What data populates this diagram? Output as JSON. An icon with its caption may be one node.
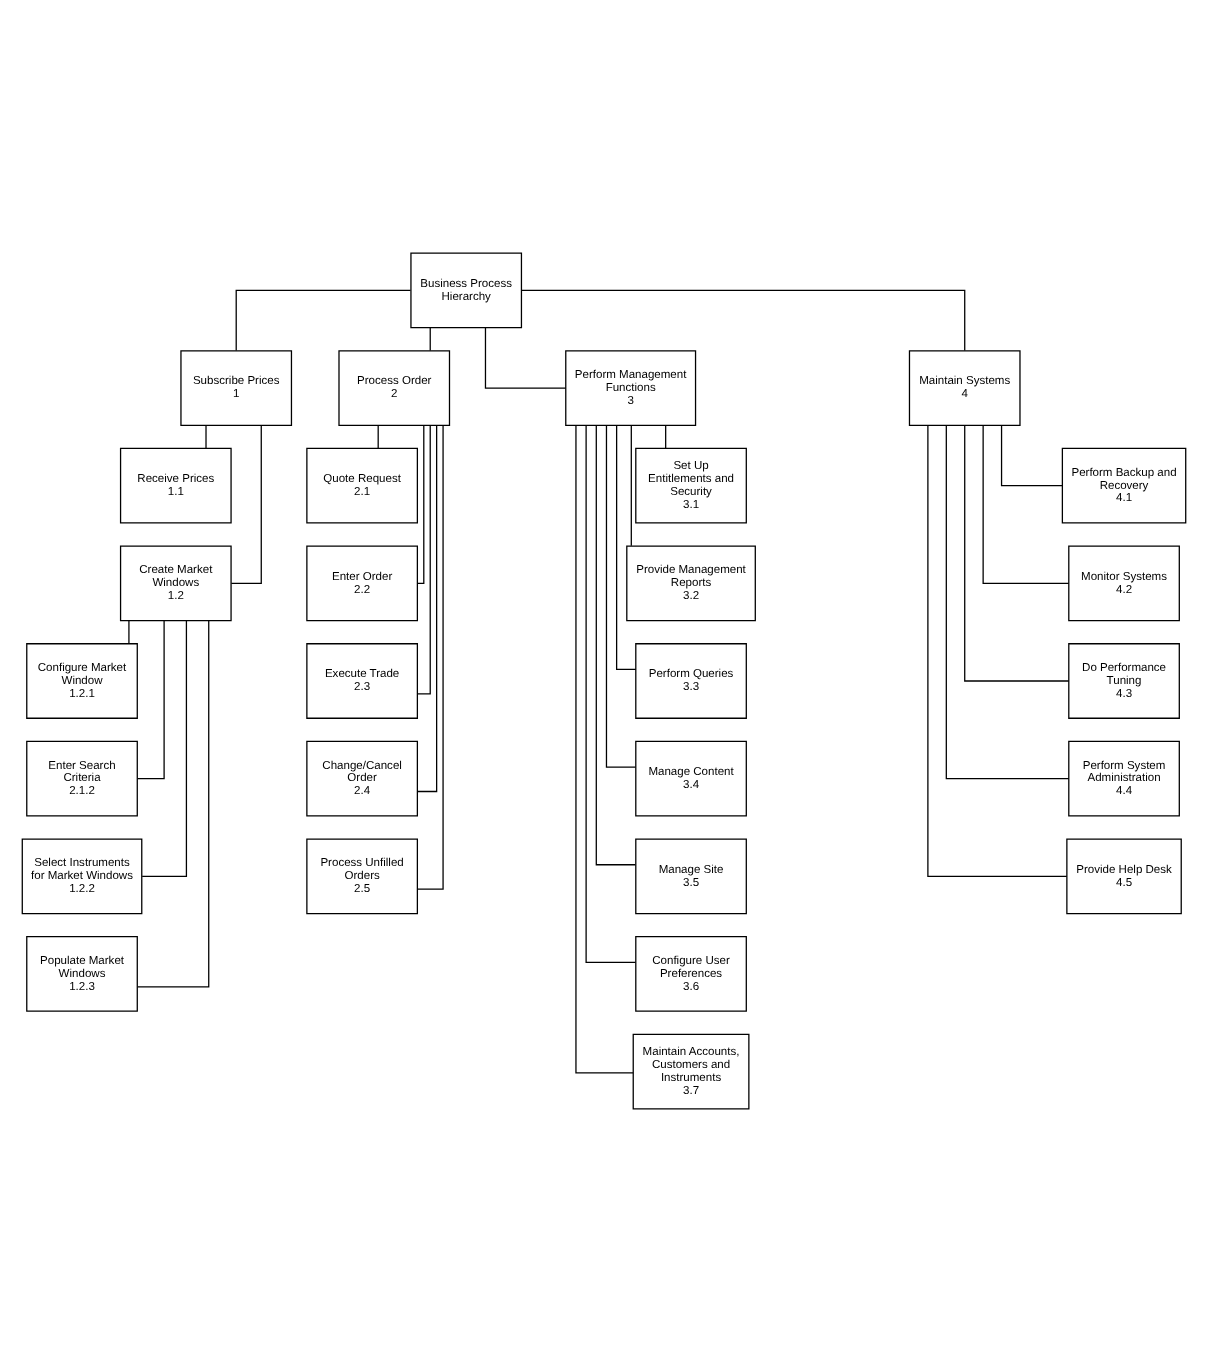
{
  "diagram": {
    "nodes": [
      {
        "text": [
          "Business Process Hierarchy"
        ]
      },
      {
        "text": [
          "Subscribe Prices",
          "1"
        ]
      },
      {
        "text": [
          "Receive Prices",
          "1.1"
        ]
      },
      {
        "text": [
          "Create Market Windows",
          "1.2"
        ]
      },
      {
        "text": [
          "Configure Market Window",
          "1.2.1"
        ]
      },
      {
        "text": [
          "Enter Search Criteria",
          "2.1.2"
        ]
      },
      {
        "text": [
          "Select Instruments for Market Windows",
          "1.2.2"
        ]
      },
      {
        "text": [
          "Populate Market Windows",
          "1.2.3"
        ]
      },
      {
        "text": [
          "Process Order",
          "2"
        ]
      },
      {
        "text": [
          "Quote Request",
          "2.1"
        ]
      },
      {
        "text": [
          "Enter Order",
          "2.2"
        ]
      },
      {
        "text": [
          "Execute Trade",
          "2.3"
        ]
      },
      {
        "text": [
          "Change/Cancel Order",
          "2.4"
        ]
      },
      {
        "text": [
          "Process Unfilled Orders",
          "2.5"
        ]
      },
      {
        "text": [
          "Perform Management Functions",
          "3"
        ]
      },
      {
        "text": [
          "Set Up Entitlements and Security",
          "3.1"
        ]
      },
      {
        "text": [
          "Provide Management Reports",
          "3.2"
        ]
      },
      {
        "text": [
          "Perform Queries",
          "3.3"
        ]
      },
      {
        "text": [
          "Manage Content",
          "3.4"
        ]
      },
      {
        "text": [
          "Manage Site",
          "3.5"
        ]
      },
      {
        "text": [
          "Configure User Preferences",
          "3.6"
        ]
      },
      {
        "text": [
          "Maintain Accounts, Customers and Instruments",
          "3.7"
        ]
      },
      {
        "text": [
          "Maintain Systems",
          "4"
        ]
      },
      {
        "text": [
          "Perform Backup and Recovery",
          "4.1"
        ]
      },
      {
        "text": [
          "Monitor Systems",
          "4.2"
        ]
      },
      {
        "text": [
          "Do Performance Tuning",
          "4.3"
        ]
      },
      {
        "text": [
          "Perform System Administration",
          "4.4"
        ]
      },
      {
        "text": [
          "Provide Help Desk",
          "4.5"
        ]
      }
    ],
    "edges": [
      {
        "from": 0,
        "to": 1,
        "arrow": "none"
      },
      {
        "from": 0,
        "to": 8,
        "arrow": "none"
      },
      {
        "from": 0,
        "to": 14,
        "arrow": "none"
      },
      {
        "from": 0,
        "to": 22,
        "arrow": "none"
      },
      {
        "from": 1,
        "to": 2,
        "arrow": "none"
      },
      {
        "from": 1,
        "to": 3,
        "arrow": "none"
      },
      {
        "from": 3,
        "to": 4,
        "arrow": "none"
      },
      {
        "from": 3,
        "to": 5,
        "arrow": "none"
      },
      {
        "from": 3,
        "to": 6,
        "arrow": "none"
      },
      {
        "from": 3,
        "to": 7,
        "arrow": "none"
      },
      {
        "from": 8,
        "to": 9,
        "arrow": "none"
      },
      {
        "from": 8,
        "to": 10,
        "arrow": "none"
      },
      {
        "from": 8,
        "to": 11,
        "arrow": "none"
      },
      {
        "from": 8,
        "to": 12,
        "arrow": "none"
      },
      {
        "from": 8,
        "to": 13,
        "arrow": "none"
      },
      {
        "from": 14,
        "to": 15,
        "arrow": "none"
      },
      {
        "from": 14,
        "to": 16,
        "arrow": "none"
      },
      {
        "from": 14,
        "to": 17,
        "arrow": "none"
      },
      {
        "from": 14,
        "to": 18,
        "arrow": "none"
      },
      {
        "from": 14,
        "to": 19,
        "arrow": "none"
      },
      {
        "from": 14,
        "to": 20,
        "arrow": "none"
      },
      {
        "from": 14,
        "to": 21,
        "arrow": "none"
      },
      {
        "from": 22,
        "to": 23,
        "arrow": "none"
      },
      {
        "from": 22,
        "to": 24,
        "arrow": "none"
      },
      {
        "from": 22,
        "to": 25,
        "arrow": "none"
      },
      {
        "from": 22,
        "to": 26,
        "arrow": "none"
      },
      {
        "from": 22,
        "to": 27,
        "arrow": "none"
      }
    ]
  }
}
